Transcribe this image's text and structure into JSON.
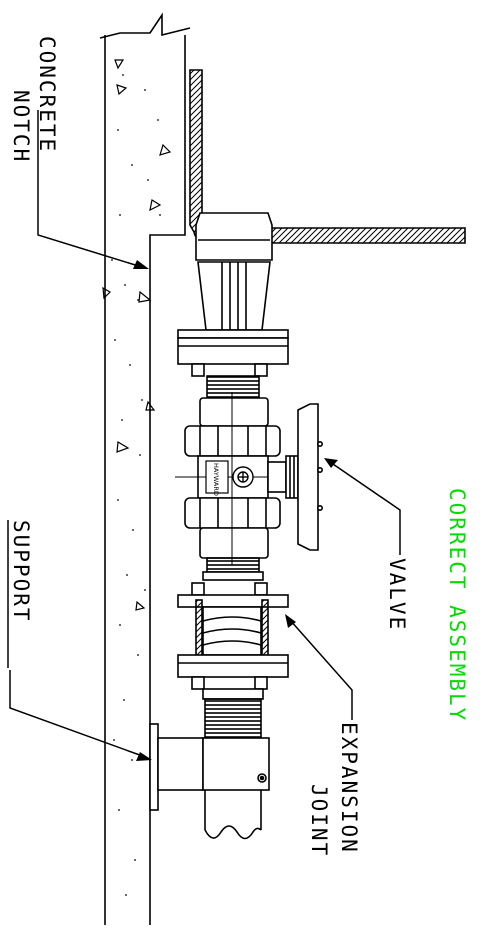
{
  "labels": {
    "concrete_line1": "CONCRETE",
    "concrete_line2": "NOTCH",
    "support": "SUPPORT",
    "valve": "VALVE",
    "expansion_line1": "EXPANSION",
    "expansion_line2": "JOINT",
    "correct_assembly": "CORRECT ASSEMBLY",
    "valve_badge": "HAYWARD"
  },
  "colors": {
    "ink": "#000000",
    "accent": "#00dd00",
    "paper": "#ffffff"
  }
}
